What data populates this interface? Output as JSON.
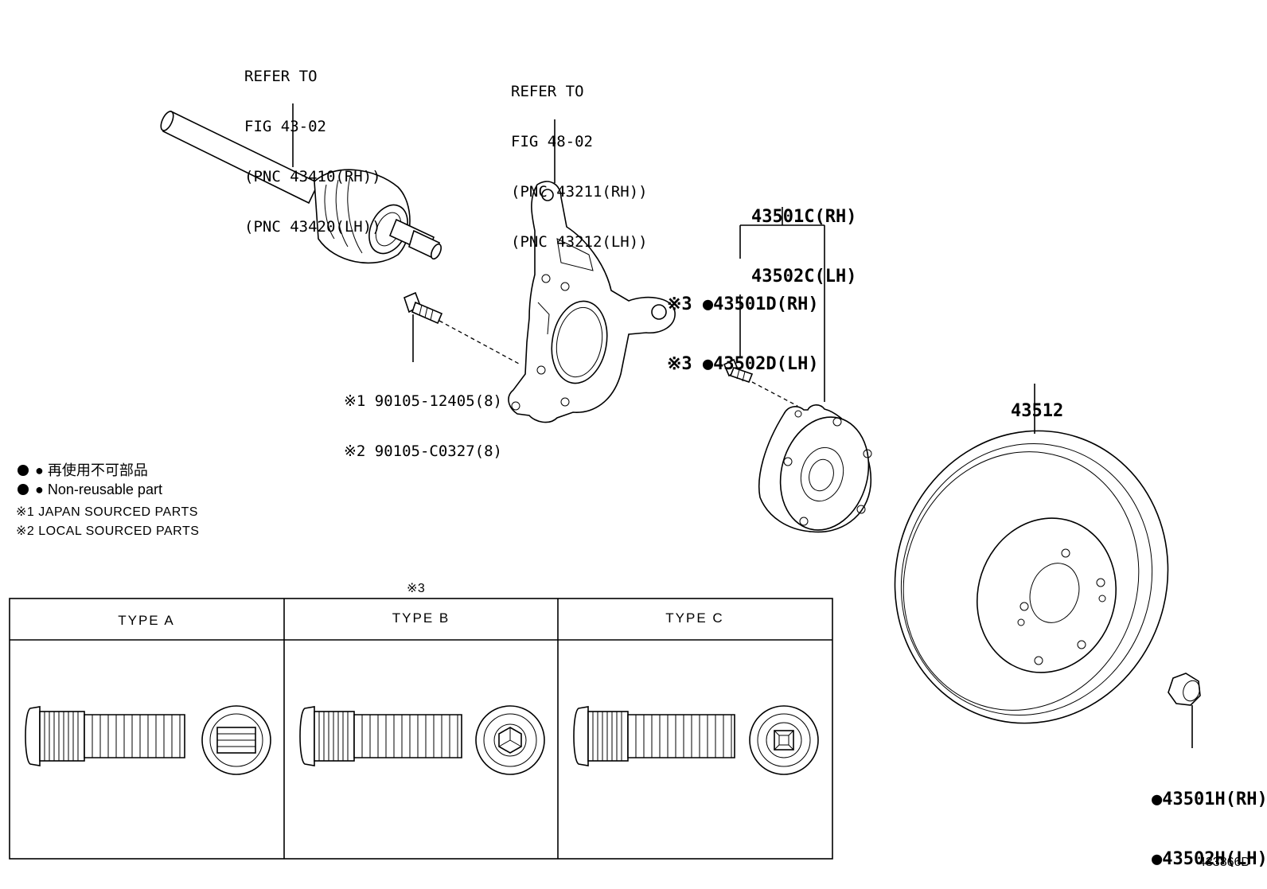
{
  "drive_shaft": {
    "lines": [
      "REFER TO",
      "FIG 43-02",
      "(PNC 43410(RH))",
      "(PNC 43420(LH))"
    ]
  },
  "knuckle": {
    "lines": [
      "REFER TO",
      "FIG 48-02",
      "(PNC 43211(RH))",
      "(PNC 43212(LH))"
    ]
  },
  "hub_assy": {
    "lines": [
      "43501C(RH)",
      "43502C(LH)"
    ]
  },
  "hub_bolt_set": {
    "lines": [
      "※3 ●43501D(RH)",
      "※3 ●43502D(LH)"
    ]
  },
  "knuckle_bolt": {
    "lines": [
      "※1 90105-12405(8)",
      "※2 90105-C0327(8)"
    ]
  },
  "disc": {
    "label": "43512"
  },
  "nut": {
    "lines": [
      "●43501H(RH)",
      "●43502H(LH)"
    ]
  },
  "legend": {
    "lines": [
      "● 再使用不可部品",
      "● Non-reusable part",
      "※1 JAPAN SOURCED PARTS",
      "※2 LOCAL SOURCED PARTS"
    ]
  },
  "type_table": {
    "note": "※3",
    "headers": [
      "TYPE A",
      "TYPE B",
      "TYPE C"
    ]
  },
  "figure_code": "433866D"
}
